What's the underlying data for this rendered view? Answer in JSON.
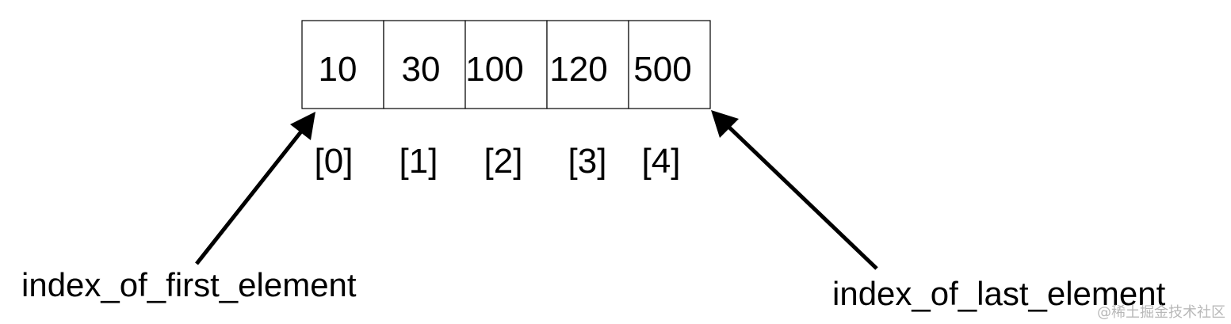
{
  "array": {
    "values": [
      "10",
      "30",
      "100",
      "120",
      "500"
    ],
    "indices": [
      "[0]",
      "[1]",
      "[2]",
      "[3]",
      "[4]"
    ]
  },
  "labels": {
    "first": "index_of_first_element",
    "last": "index_of_last_element"
  },
  "watermark": "@稀土掘金技术社区"
}
